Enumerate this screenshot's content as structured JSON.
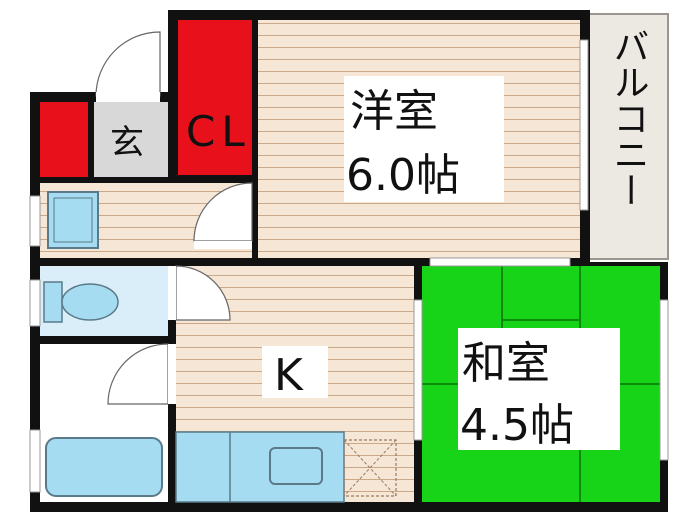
{
  "rooms": {
    "western": {
      "name": "洋室",
      "size": "6.0帖"
    },
    "japanese": {
      "name": "和室",
      "size": "4.5帖"
    },
    "kitchen": {
      "name": "K"
    },
    "closet": {
      "name": "CL"
    },
    "entrance": {
      "name": "玄"
    },
    "balcony": {
      "name": "バルコニー"
    }
  },
  "colors": {
    "wall": "#111111",
    "wood_floor": "#f6e6d6",
    "wood_line": "#c9a98a",
    "tatami": "#18d418",
    "closet": "#e8101a",
    "balcony": "#ece8e2",
    "fixture": "#a6dcf2",
    "wet_area": "#ffffff"
  }
}
